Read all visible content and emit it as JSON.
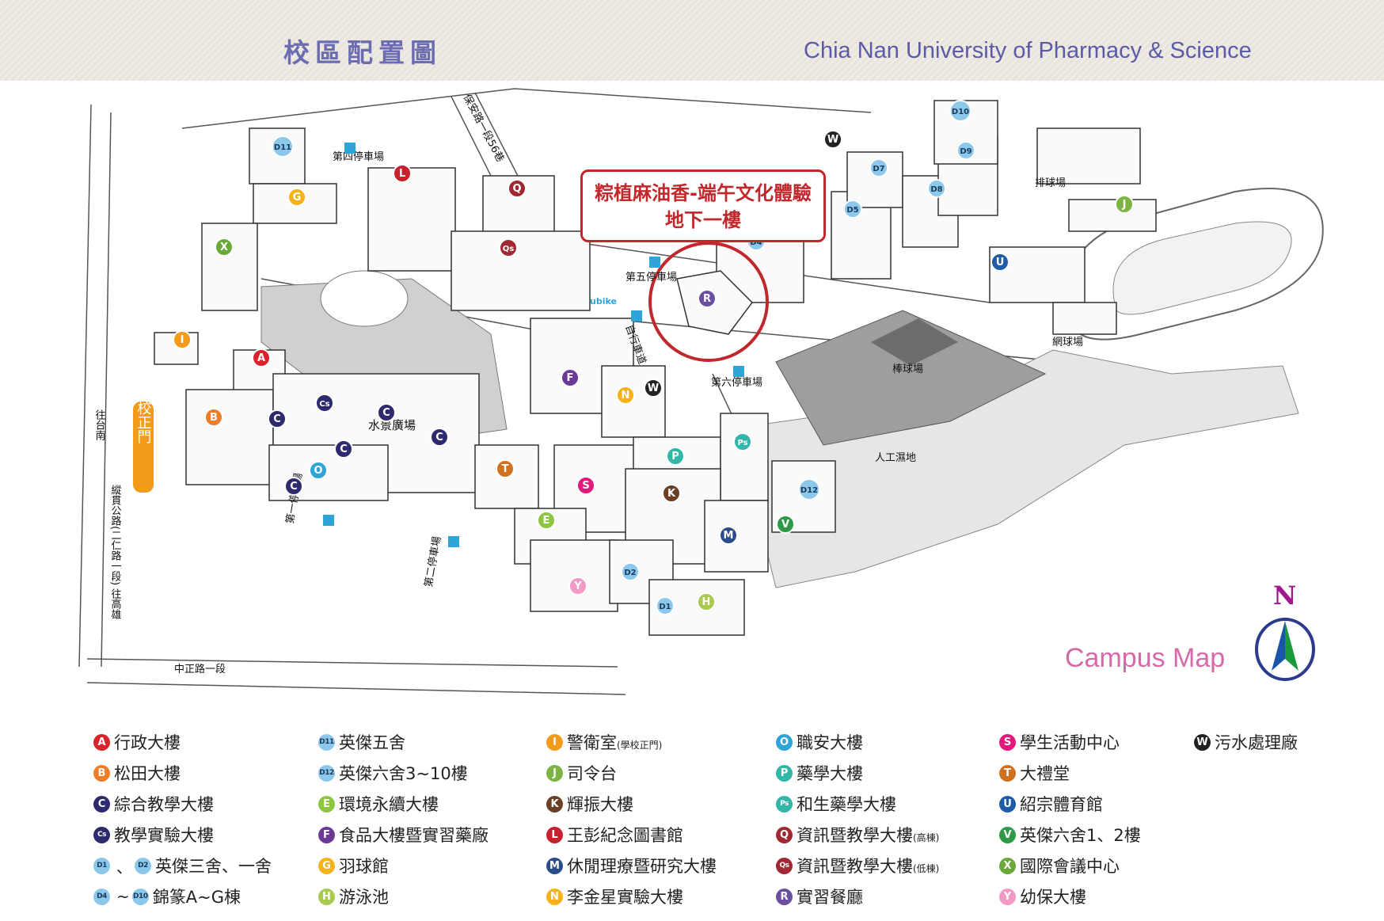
{
  "header": {
    "title_zh": "校區配置圖",
    "title_en": "Chia Nan University of Pharmacy & Science"
  },
  "callout": {
    "line1": "粽植麻油香-端午文化體驗",
    "line2": "地下一樓"
  },
  "map_labels": {
    "road_baoan": "保安路一段56巷",
    "road_zhongzheng": "中正路一段",
    "road_south": "往台南",
    "road_highway": "縱貫公路(二仁路一段) 往高雄",
    "main_gate": "學校正門",
    "parking_1": "第一停車場",
    "parking_2": "第二停車場",
    "parking_4": "第四停車場",
    "parking_5": "第五停車場",
    "parking_6": "第六停車場",
    "water_plaza": "水景廣場",
    "volleyball": "排球場",
    "baseball": "棒球場",
    "tennis": "網球場",
    "wetland": "人工濕地",
    "campus_map": "Campus Map",
    "north": "N",
    "ubike": "ubike",
    "bike_lane": "自行車道"
  },
  "map_badges": [
    {
      "code": "A",
      "color": "#d9232a"
    },
    {
      "code": "B",
      "color": "#ee7d2a"
    },
    {
      "code": "C",
      "color": "#2d2a6e"
    },
    {
      "code": "Cs",
      "color": "#2d2a6e"
    },
    {
      "code": "D1",
      "color": "#8cc8ec"
    },
    {
      "code": "D2",
      "color": "#8cc8ec"
    },
    {
      "code": "D4",
      "color": "#8cc8ec"
    },
    {
      "code": "D5",
      "color": "#8cc8ec"
    },
    {
      "code": "D7",
      "color": "#8cc8ec"
    },
    {
      "code": "D8",
      "color": "#8cc8ec"
    },
    {
      "code": "D9",
      "color": "#8cc8ec"
    },
    {
      "code": "D10",
      "color": "#8cc8ec"
    },
    {
      "code": "D11",
      "color": "#8cc8ec"
    },
    {
      "code": "D12",
      "color": "#8cc8ec"
    },
    {
      "code": "E",
      "color": "#8cc63f"
    },
    {
      "code": "F",
      "color": "#6b3a96"
    },
    {
      "code": "G",
      "color": "#f5b21c"
    },
    {
      "code": "H",
      "color": "#a9c94f"
    },
    {
      "code": "I",
      "color": "#f39b1a"
    },
    {
      "code": "J",
      "color": "#7cb342"
    },
    {
      "code": "K",
      "color": "#6b3f24"
    },
    {
      "code": "L",
      "color": "#c8202f"
    },
    {
      "code": "M",
      "color": "#2b4c8c"
    },
    {
      "code": "N",
      "color": "#f5b21c"
    },
    {
      "code": "O",
      "color": "#2fa4d9"
    },
    {
      "code": "P",
      "color": "#33b6a8"
    },
    {
      "code": "Ps",
      "color": "#33b6a8"
    },
    {
      "code": "Q",
      "color": "#a02833"
    },
    {
      "code": "Qs",
      "color": "#a02833"
    },
    {
      "code": "R",
      "color": "#6b4fa0"
    },
    {
      "code": "S",
      "color": "#e2197c"
    },
    {
      "code": "T",
      "color": "#d0711f"
    },
    {
      "code": "U",
      "color": "#1f5ca8"
    },
    {
      "code": "V",
      "color": "#2e9a47"
    },
    {
      "code": "W",
      "color": "#222222"
    },
    {
      "code": "X",
      "color": "#6aa83a"
    },
    {
      "code": "Y",
      "color": "#f29ac4"
    }
  ],
  "legend": {
    "columns": [
      [
        {
          "badge": "A",
          "color": "#d9232a",
          "text": "行政大樓"
        },
        {
          "badge": "B",
          "color": "#ee7d2a",
          "text": "松田大樓"
        },
        {
          "badge": "C",
          "color": "#2d2a6e",
          "text": "綜合教學大樓"
        },
        {
          "badge": "Cs",
          "color": "#2d2a6e",
          "text": "教學實驗大樓"
        },
        {
          "badge": "D1",
          "badge2": "D2",
          "sep": "、",
          "color": "#8cc8ec",
          "text": "英傑三舍、一舍"
        },
        {
          "badge": "D4",
          "badge2": "D10",
          "sep": "~",
          "color": "#8cc8ec",
          "text": "錦篆A~G棟"
        }
      ],
      [
        {
          "badge": "D11",
          "color": "#8cc8ec",
          "text": "英傑五舍"
        },
        {
          "badge": "D12",
          "color": "#8cc8ec",
          "text": "英傑六舍3~10樓"
        },
        {
          "badge": "E",
          "color": "#8cc63f",
          "text": "環境永續大樓"
        },
        {
          "badge": "F",
          "color": "#6b3a96",
          "text": "食品大樓暨實習藥廠"
        },
        {
          "badge": "G",
          "color": "#f5b21c",
          "text": "羽球館"
        },
        {
          "badge": "H",
          "color": "#a9c94f",
          "text": "游泳池"
        }
      ],
      [
        {
          "badge": "I",
          "color": "#f39b1a",
          "text": "警衛室",
          "note": "(學校正門)"
        },
        {
          "badge": "J",
          "color": "#7cb342",
          "text": "司令台"
        },
        {
          "badge": "K",
          "color": "#6b3f24",
          "text": "輝振大樓"
        },
        {
          "badge": "L",
          "color": "#c8202f",
          "text": "王彭紀念圖書館"
        },
        {
          "badge": "M",
          "color": "#2b4c8c",
          "text": "休閒理療暨研究大樓"
        },
        {
          "badge": "N",
          "color": "#f5b21c",
          "text": "李金星實驗大樓"
        }
      ],
      [
        {
          "badge": "O",
          "color": "#2fa4d9",
          "text": "職安大樓"
        },
        {
          "badge": "P",
          "color": "#33b6a8",
          "text": "藥學大樓"
        },
        {
          "badge": "Ps",
          "color": "#33b6a8",
          "text": "和生藥學大樓"
        },
        {
          "badge": "Q",
          "color": "#a02833",
          "text": "資訊暨教學大樓",
          "note": "(高棟)"
        },
        {
          "badge": "Qs",
          "color": "#a02833",
          "text": "資訊暨教學大樓",
          "note": "(低棟)"
        },
        {
          "badge": "R",
          "color": "#6b4fa0",
          "text": "實習餐廳"
        }
      ],
      [
        {
          "badge": "S",
          "color": "#e2197c",
          "text": "學生活動中心"
        },
        {
          "badge": "T",
          "color": "#d0711f",
          "text": "大禮堂"
        },
        {
          "badge": "U",
          "color": "#1f5ca8",
          "text": "紹宗體育館"
        },
        {
          "badge": "V",
          "color": "#2e9a47",
          "text": "英傑六舍1、2樓"
        },
        {
          "badge": "X",
          "color": "#6aa83a",
          "text": "國際會議中心"
        },
        {
          "badge": "Y",
          "color": "#f29ac4",
          "text": "幼保大樓"
        }
      ],
      [
        {
          "badge": "W",
          "color": "#222222",
          "text": "污水處理廠"
        }
      ]
    ]
  }
}
